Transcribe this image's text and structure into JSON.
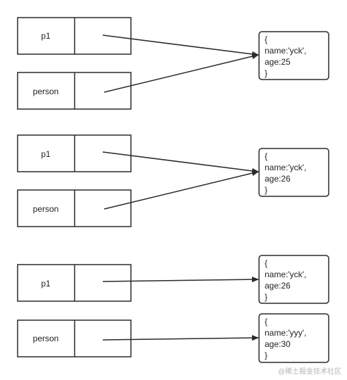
{
  "scenarios": [
    {
      "vars": [
        {
          "name": "p1"
        },
        {
          "name": "person"
        }
      ],
      "objects": [
        {
          "lines": [
            "{",
            "name:'yck',",
            "age:25",
            "}"
          ]
        }
      ]
    },
    {
      "vars": [
        {
          "name": "p1"
        },
        {
          "name": "person"
        }
      ],
      "objects": [
        {
          "lines": [
            "{",
            "name:'yck',",
            "age:26",
            "}"
          ]
        }
      ]
    },
    {
      "vars": [
        {
          "name": "p1"
        },
        {
          "name": "person"
        }
      ],
      "objects": [
        {
          "lines": [
            "{",
            "name:'yck',",
            "age:26",
            "}"
          ]
        },
        {
          "lines": [
            "{",
            "name:'yyy',",
            "age:30",
            "}"
          ]
        }
      ]
    }
  ],
  "watermark": "@稀土掘金技术社区",
  "colors": {
    "stroke": "#2b2b2b",
    "text": "#222222",
    "background": "#ffffff"
  }
}
